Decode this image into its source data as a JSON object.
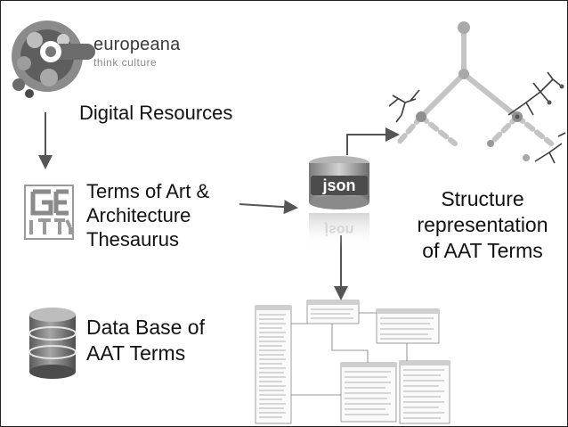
{
  "logo": {
    "name": "europeana",
    "tagline": "think culture"
  },
  "nodes": {
    "digital_resources": "Digital Resources",
    "aat_thesaurus": [
      "Terms of Art &",
      "Architecture",
      "Thesaurus"
    ],
    "json_label": "json",
    "structure": [
      "Structure",
      "representation",
      "of AAT Terms"
    ],
    "database": [
      "Data Base of",
      "AAT Terms"
    ]
  },
  "colors": {
    "arrow": "#555555",
    "text": "#111111",
    "tree": "#bdbdbd",
    "tree_branch": "#3c3c3c"
  },
  "icons": [
    "europeana-logo-icon",
    "getty-logo-icon",
    "json-database-icon",
    "database-stack-icon",
    "tree-structure-icon",
    "er-schema-diagram"
  ]
}
